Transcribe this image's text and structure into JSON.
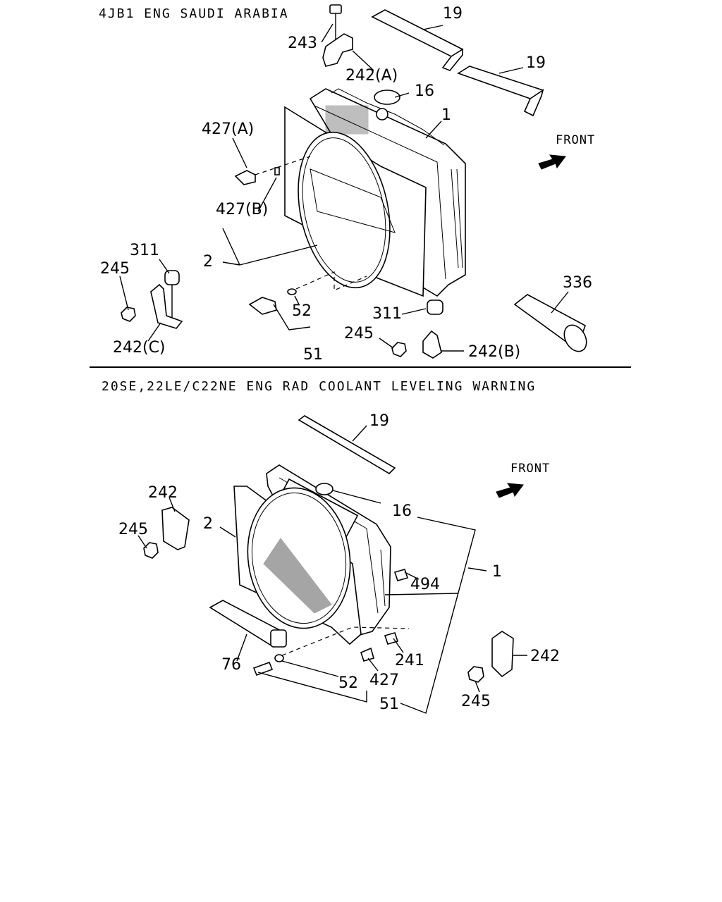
{
  "sections": [
    {
      "heading": "4JB1 ENG SAUDI ARABIA",
      "front_label": "FRONT",
      "callouts": [
        "243",
        "19",
        "19",
        "242(A)",
        "16",
        "1",
        "427(A)",
        "427(B)",
        "2",
        "311",
        "245",
        "242(C)",
        "52",
        "51",
        "311",
        "245",
        "242(B)",
        "336"
      ]
    },
    {
      "heading": "20SE,22LE/C22NE ENG RAD COOLANT LEVELING WARNING",
      "front_label": "FRONT",
      "callouts": [
        "19",
        "16",
        "242",
        "245",
        "2",
        "1",
        "494",
        "76",
        "241",
        "242",
        "52",
        "427",
        "51",
        "245"
      ]
    }
  ],
  "icons": [
    "front-arrow-icon"
  ]
}
